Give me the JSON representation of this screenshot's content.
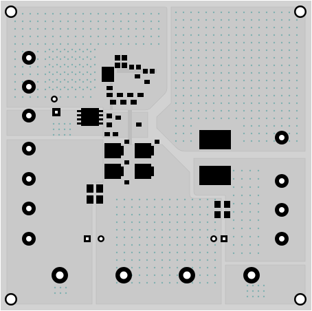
{
  "board": {
    "colors": {
      "substrate": "#ffffff",
      "copper": "#c9c9c9",
      "copper_edge": "#b4b4b4",
      "gap": "#ffffff",
      "pad": "#000000",
      "hole": "#ffffff",
      "via": "#7fb0b0"
    },
    "layers": [
      "copper-pours",
      "mounting-holes",
      "terminal-pads",
      "smd-components",
      "via-fields"
    ]
  }
}
